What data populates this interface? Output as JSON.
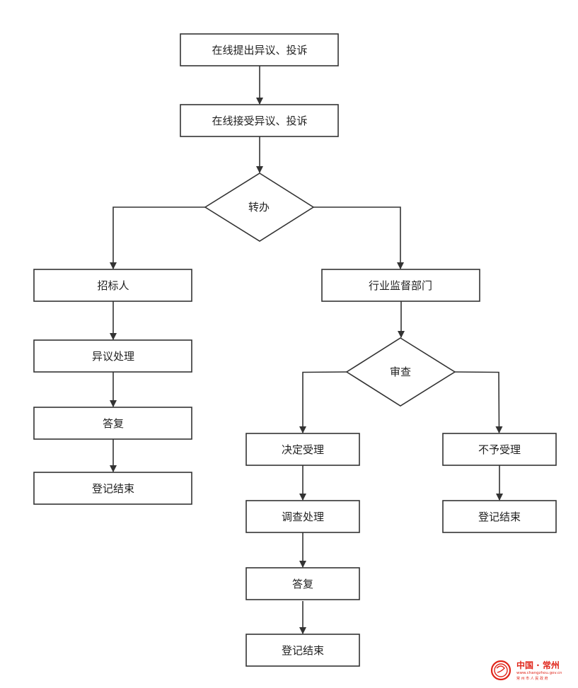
{
  "nodes": {
    "submit": "在线提出异议、投诉",
    "receive": "在线接受异议、投诉",
    "transfer": "转办",
    "tenderer": "招标人",
    "objection_handling": "异议处理",
    "reply_left": "答复",
    "end_left": "登记结束",
    "supervision_dept": "行业监督部门",
    "review": "审查",
    "accept": "决定受理",
    "investigate": "调查处理",
    "reply_mid": "答复",
    "end_mid": "登记结束",
    "reject": "不予受理",
    "end_right": "登记结束"
  },
  "logo": {
    "title": "中国 · 常州",
    "url": "www.changzhou.gov.cn",
    "subtitle": "常 州 市 人 民 政 府",
    "color": "#e0261b"
  }
}
